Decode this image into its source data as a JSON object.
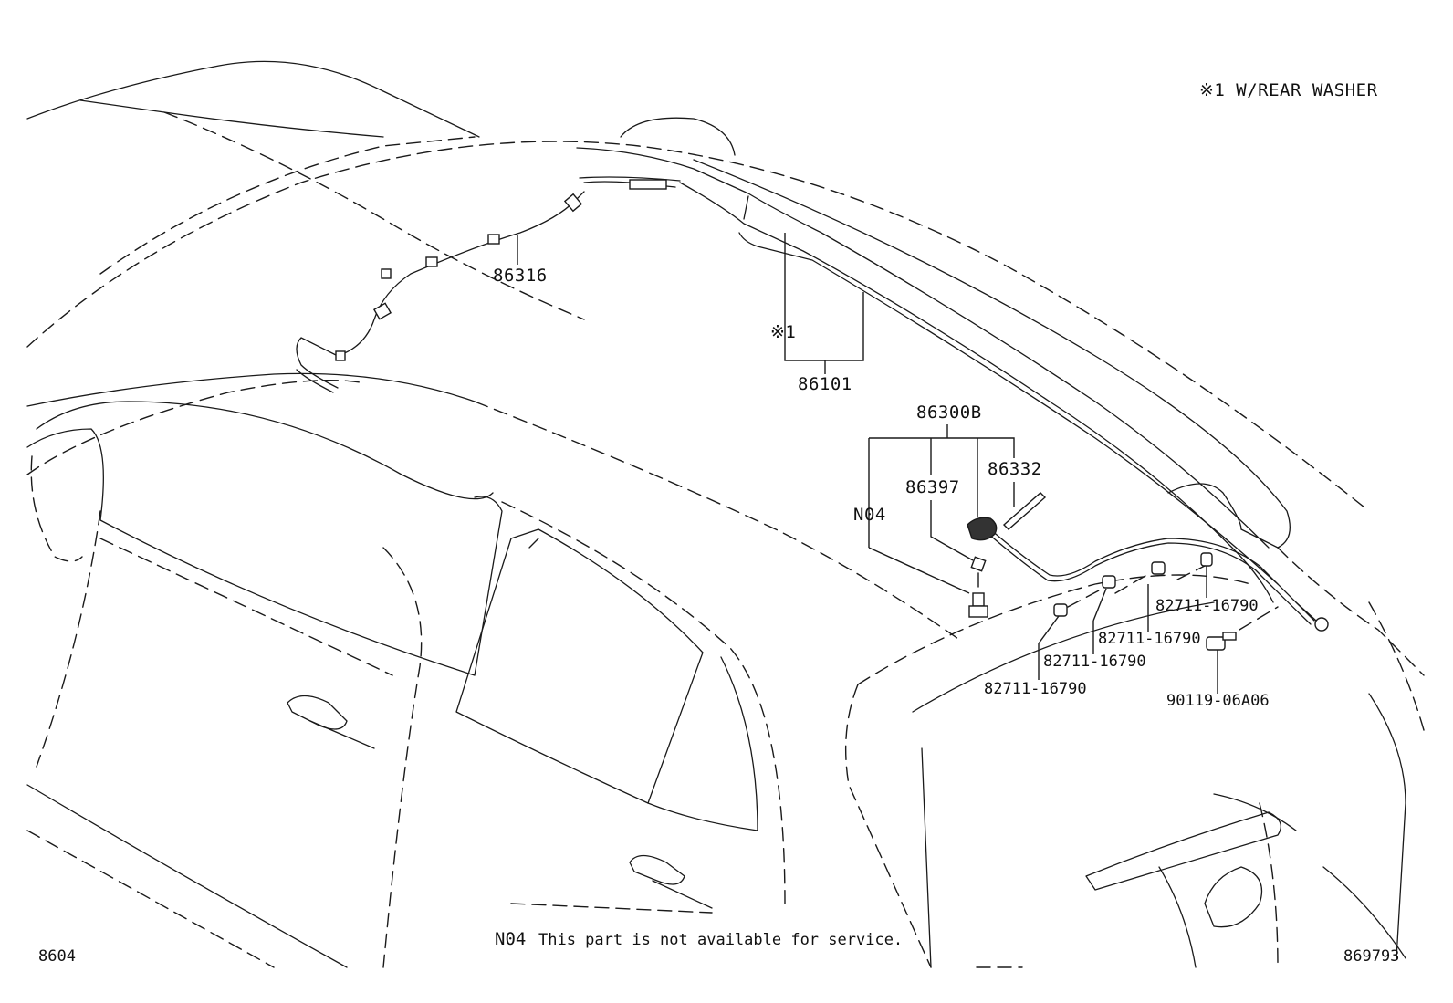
{
  "legend": {
    "note": "※1 W/REAR WASHER"
  },
  "callouts": {
    "hose_front": "86316",
    "hose_marker": "※1",
    "hose_assy": "86101",
    "antenna_assy": "86300B",
    "antenna_pole": "86332",
    "antenna_nut": "86397",
    "antenna_base": "N04",
    "clip_1": "82711-16790",
    "clip_2": "82711-16790",
    "clip_3": "82711-16790",
    "clip_4": "82711-16790",
    "bolt": "90119-06A06"
  },
  "footer": {
    "page_code": "8604",
    "note_code": "N04",
    "note_text": "This part is not available for service.",
    "figure_id": "869793"
  }
}
